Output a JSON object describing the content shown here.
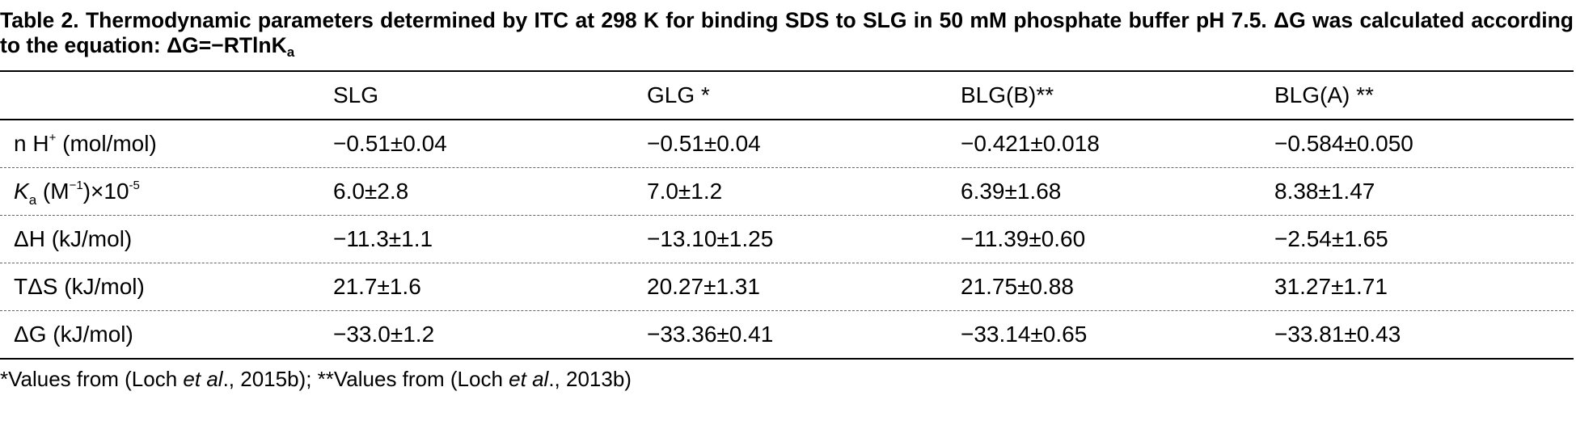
{
  "caption": {
    "text": "Table 2. Thermodynamic parameters determined by ITC at 298 K for binding SDS to SLG in 50 mM phosphate buffer pH 7.5. ΔG was calculated according to the equation: ΔG=−RTlnK",
    "subscript": "a"
  },
  "table": {
    "columns": [
      "SLG",
      "GLG *",
      "BLG(B)**",
      "BLG(A) **"
    ],
    "rows": [
      {
        "label": {
          "main": "n H",
          "sup": "+",
          "rest": " (mol/mol)"
        },
        "values": [
          "−0.51±0.04",
          "−0.51±0.04",
          "−0.421±0.018",
          "−0.584±0.050"
        ]
      },
      {
        "label": {
          "ital": "K",
          "sub": "a",
          "mid": " (M",
          "sup1": "−1",
          "mid2": ")×10",
          "sup2": "-5"
        },
        "values": [
          "6.0±2.8",
          "7.0±1.2",
          "6.39±1.68",
          "8.38±1.47"
        ]
      },
      {
        "label": {
          "main": "ΔH (kJ/mol)"
        },
        "values": [
          "−11.3±1.1",
          "−13.10±1.25",
          "−11.39±0.60",
          "−2.54±1.65"
        ]
      },
      {
        "label": {
          "main": "TΔS (kJ/mol)"
        },
        "values": [
          "21.7±1.6",
          "20.27±1.31",
          "21.75±0.88",
          "31.27±1.71"
        ]
      },
      {
        "label": {
          "main": "ΔG (kJ/mol)"
        },
        "values": [
          "−33.0±1.2",
          "−33.36±0.41",
          "−33.14±0.65",
          "−33.81±0.43"
        ]
      }
    ]
  },
  "footnote": {
    "part1": "*Values from (Loch ",
    "ital1": "et al",
    "part2": "., 2015b); **Values from (Loch ",
    "ital2": "et al",
    "part3": "., 2013b)"
  }
}
